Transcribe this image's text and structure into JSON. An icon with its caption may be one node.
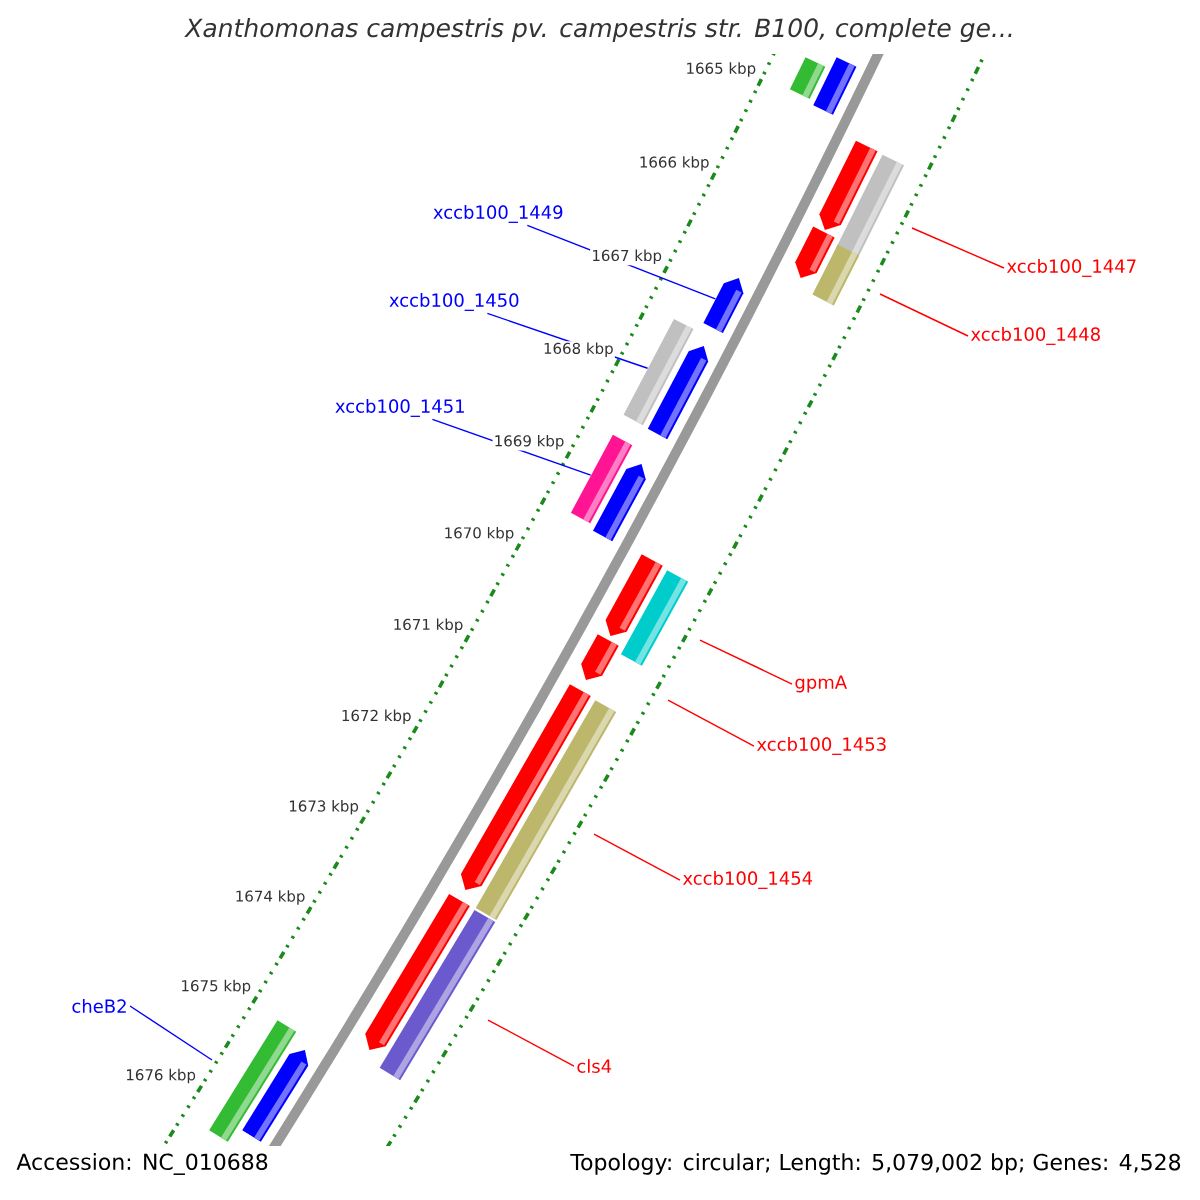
{
  "diagram": {
    "title": "Xanthomonas campestris pv. campestris str. B100, complete ge...",
    "nodes": [
      {
        "text": [
          "xccb100_1449"
        ]
      },
      {
        "text": [
          "xccb100_1447"
        ]
      },
      {
        "text": [
          "xccb100_1450"
        ]
      },
      {
        "text": [
          "xccb100_1448"
        ]
      },
      {
        "text": [
          "xccb100_1451"
        ]
      },
      {
        "text": [
          "gpmA"
        ]
      },
      {
        "text": [
          "xccb100_1453"
        ]
      },
      {
        "text": [
          "xccb100_1454"
        ]
      },
      {
        "text": [
          "cheB2"
        ]
      },
      {
        "text": [
          "cls4"
        ]
      },
      {
        "text": [],
        "shape": "bar"
      },
      {
        "text": [],
        "shape": "bar"
      },
      {
        "text": [],
        "shape": "bar"
      },
      {
        "text": [],
        "shape": "bar"
      },
      {
        "text": [],
        "shape": "bar"
      },
      {
        "text": [],
        "shape": "bar"
      },
      {
        "text": [],
        "shape": "bar"
      },
      {
        "text": [],
        "shape": "bar"
      },
      {
        "text": [],
        "shape": "bar"
      },
      {
        "text": [],
        "shape": "bar"
      },
      {
        "text": [],
        "shape": "bar"
      },
      {
        "text": [],
        "shape": "bar"
      },
      {
        "text": [],
        "shape": "bar"
      },
      {
        "text": [],
        "shape": "bar"
      },
      {
        "text": [],
        "shape": "bar"
      },
      {
        "text": [],
        "shape": "bar"
      },
      {
        "text": [],
        "shape": "bar"
      },
      {
        "text": [],
        "shape": "bar"
      },
      {
        "text": [],
        "shape": "bar"
      },
      {
        "text": [],
        "shape": "bar"
      }
    ],
    "edges": [
      {
        "from": 0,
        "to": 16,
        "arrow": "none",
        "color": "#0000ff"
      },
      {
        "from": 1,
        "to": null,
        "arrow": "none"
      },
      {
        "from": 2,
        "to": 17,
        "arrow": "none",
        "color": "#0000ff"
      },
      {
        "from": 3,
        "to": null,
        "arrow": "none"
      },
      {
        "from": 4,
        "to": 19,
        "arrow": "none",
        "color": "#0000ff"
      },
      {
        "from": 5,
        "to": null,
        "arrow": "none"
      },
      {
        "from": 6,
        "to": null,
        "arrow": "none"
      },
      {
        "from": 7,
        "to": null,
        "arrow": "none"
      },
      {
        "from": 8,
        "to": null,
        "arrow": "none",
        "color": "#0000ff"
      },
      {
        "from": 9,
        "to": null,
        "arrow": "none"
      }
    ],
    "labels": [
      "1665 kbp",
      "1666 kbp",
      "1667 kbp",
      "1668 kbp",
      "1669 kbp",
      "1670 kbp",
      "1671 kbp",
      "1672 kbp",
      "1673 kbp",
      "1674 kbp",
      "1675 kbp",
      "1676 kbp",
      "Accession: NC_010688",
      "Topology: circular; Length: 5,079,002 bp; Genes: 4,528"
    ]
  }
}
